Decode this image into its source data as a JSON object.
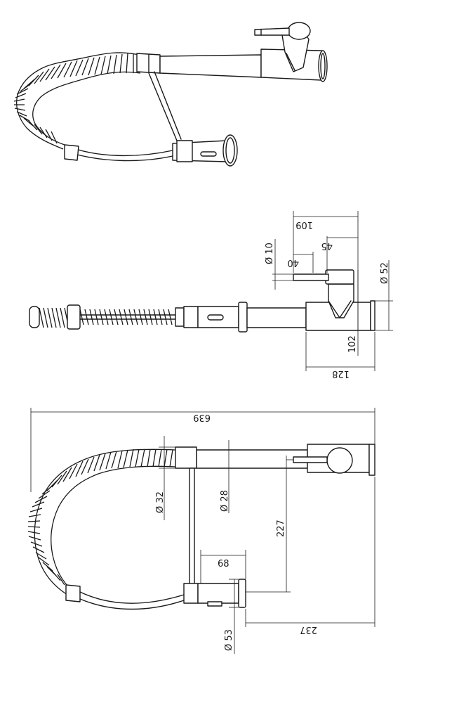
{
  "dimensions": {
    "top_view": {
      "length_109": "109",
      "length_45": "45",
      "length_40": "40",
      "diameter_10": "Ø 10",
      "diameter_52": "Ø 52",
      "height_102": "102",
      "length_128": "128"
    },
    "side_view": {
      "overall_639": "639",
      "diameter_32": "Ø 32",
      "diameter_28": "Ø 28",
      "height_227": "227",
      "length_68": "68",
      "diameter_53": "Ø 53",
      "length_237": "237"
    }
  },
  "colors": {
    "line": "#1a1a1a",
    "background": "#ffffff"
  }
}
